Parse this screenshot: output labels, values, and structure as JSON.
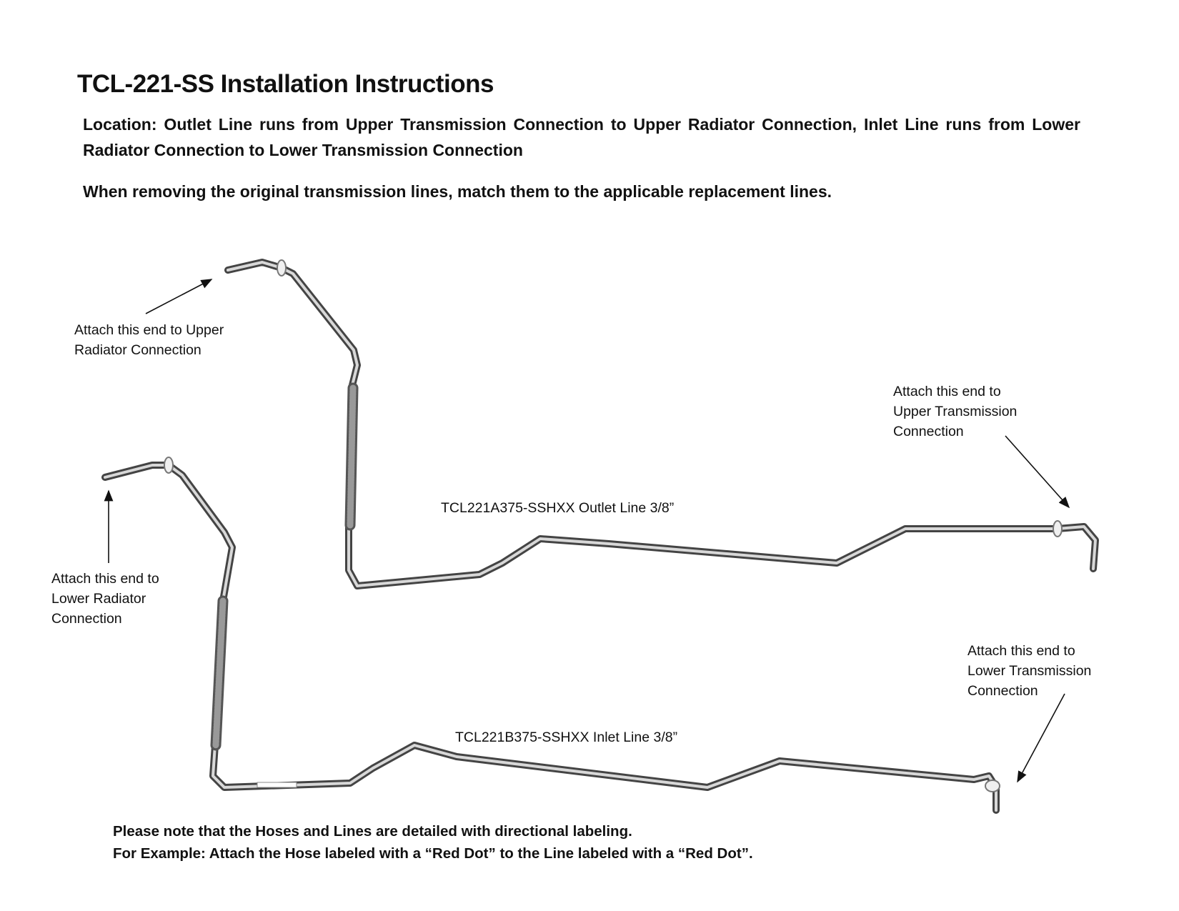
{
  "title": "TCL-221-SS Installation Instructions",
  "location": "Location: Outlet Line runs from Upper Transmission Connection to Upper Radiator Connection, Inlet Line runs from Lower Radiator Connection to Lower Transmission Connection",
  "removing": "When removing the original transmission lines, match them to the applicable replacement lines.",
  "labels": {
    "upper_radiator": [
      "Attach this end to Upper",
      "Radiator Connection"
    ],
    "upper_transmission": [
      "Attach this end to",
      "Upper Transmission",
      "Connection"
    ],
    "lower_radiator": [
      "Attach this end to",
      "Lower Radiator",
      "Connection"
    ],
    "lower_transmission": [
      "Attach this end to",
      "Lower Transmission",
      "Connection"
    ]
  },
  "parts": {
    "outlet": "TCL221A375-SSHXX Outlet Line 3/8”",
    "inlet": "TCL221B375-SSHXX Inlet Line 3/8”"
  },
  "note": [
    "Please note that the Hoses and Lines are detailed with directional labeling.",
    "For Example: Attach the Hose labeled with a “Red Dot” to the Line labeled with a “Red Dot”."
  ]
}
